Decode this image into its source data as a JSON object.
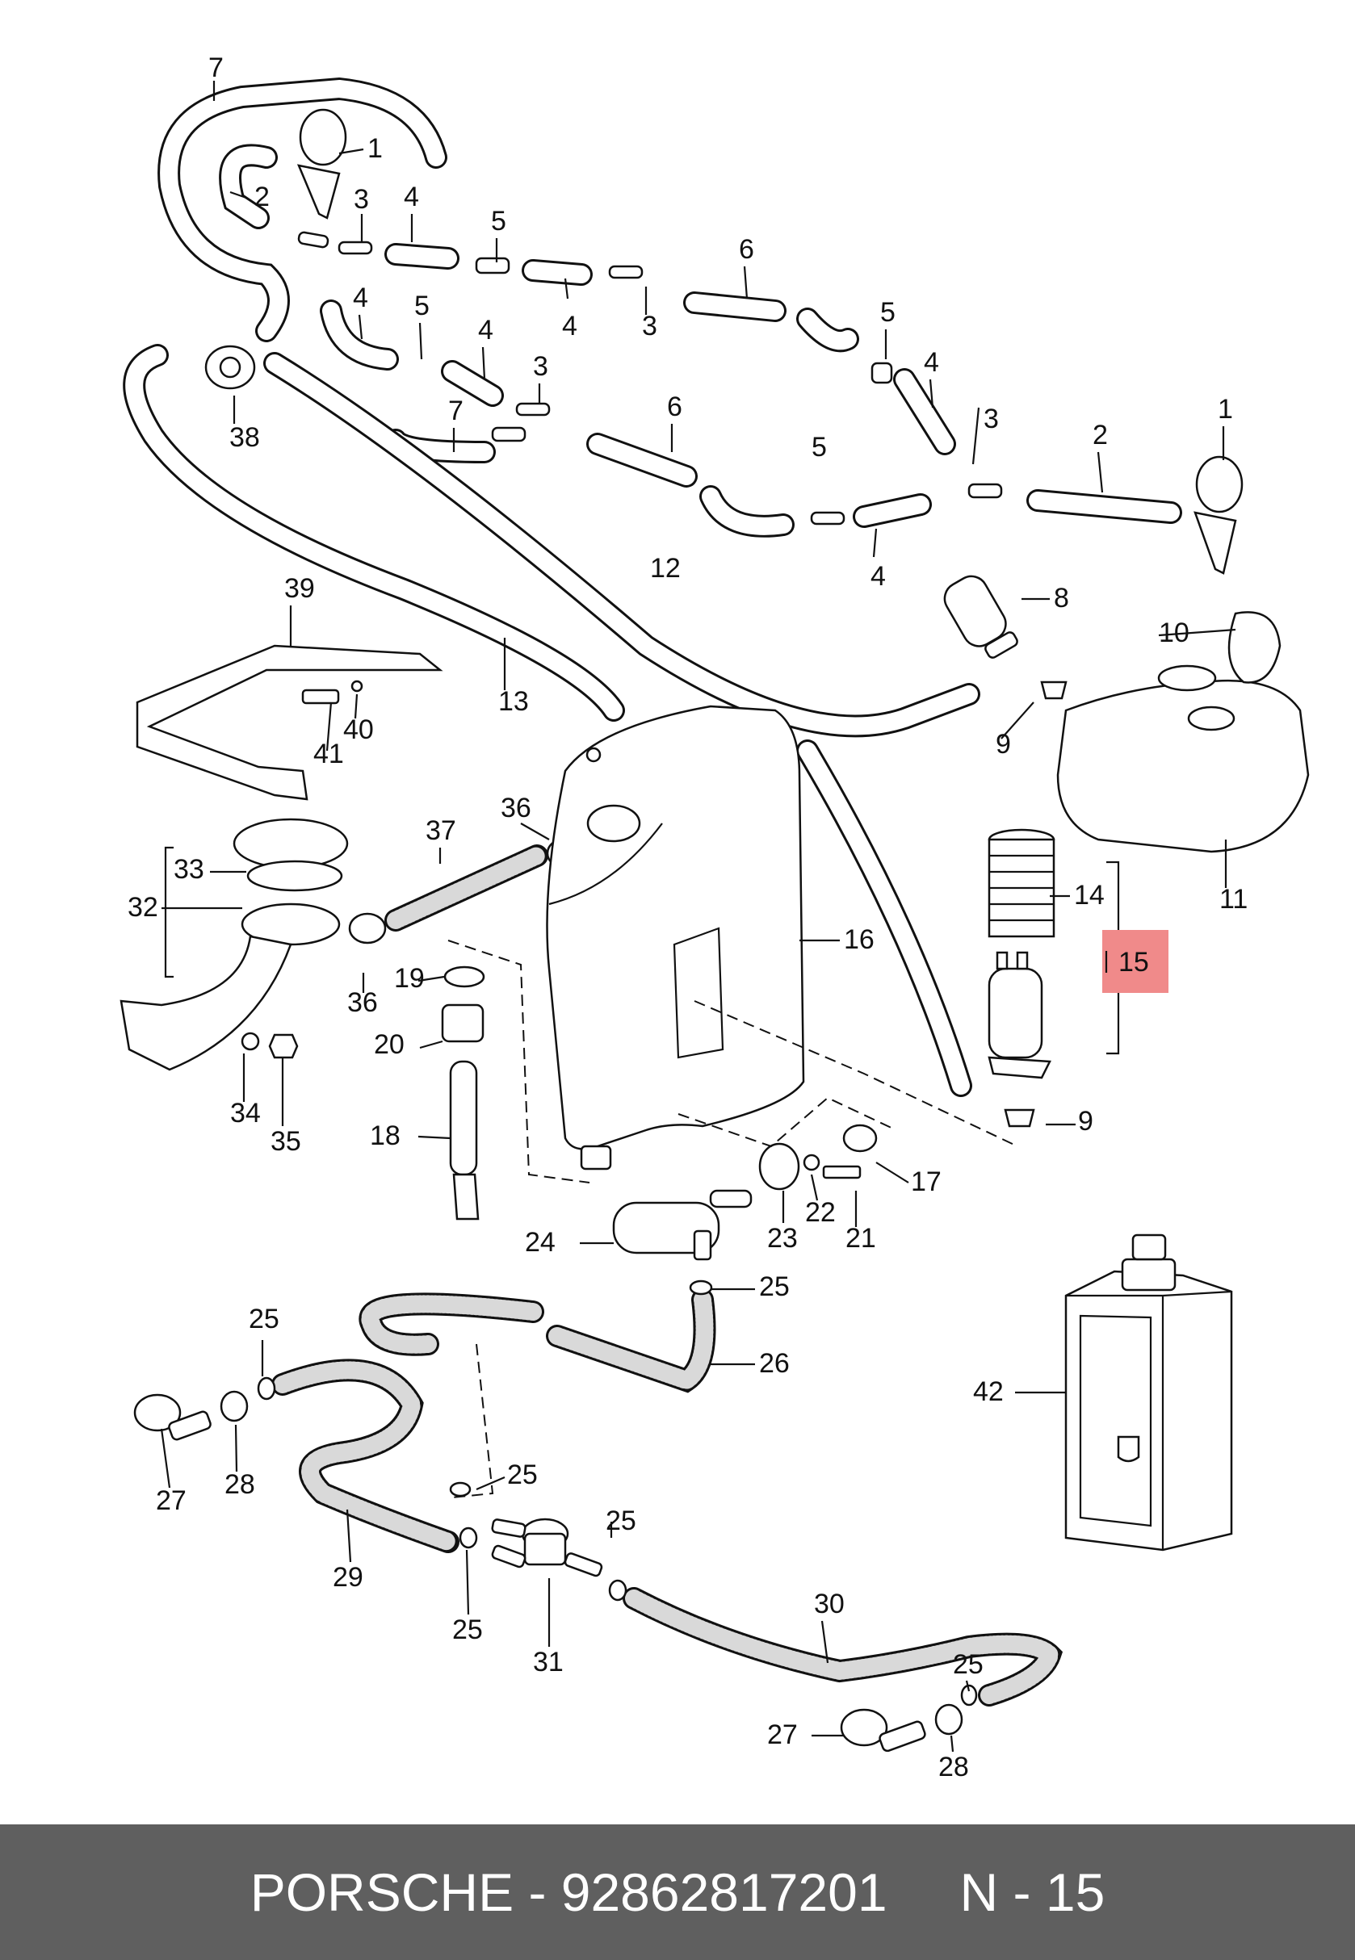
{
  "diagram": {
    "callouts": [
      "1",
      "2",
      "3",
      "4",
      "5",
      "6",
      "7",
      "8",
      "9",
      "10",
      "11",
      "12",
      "13",
      "14",
      "15",
      "16",
      "17",
      "18",
      "19",
      "20",
      "21",
      "22",
      "23",
      "24",
      "25",
      "26",
      "27",
      "28",
      "29",
      "30",
      "31",
      "32",
      "33",
      "34",
      "35",
      "36",
      "37",
      "38",
      "39",
      "40",
      "41",
      "42"
    ],
    "highlighted_callout": "15",
    "highlight_color": "#f08a8a"
  },
  "footer": {
    "brand": "PORSCHE",
    "separator": "-",
    "part_number": "92862817201",
    "position": "N - 15",
    "background": "#5f5f5f"
  }
}
